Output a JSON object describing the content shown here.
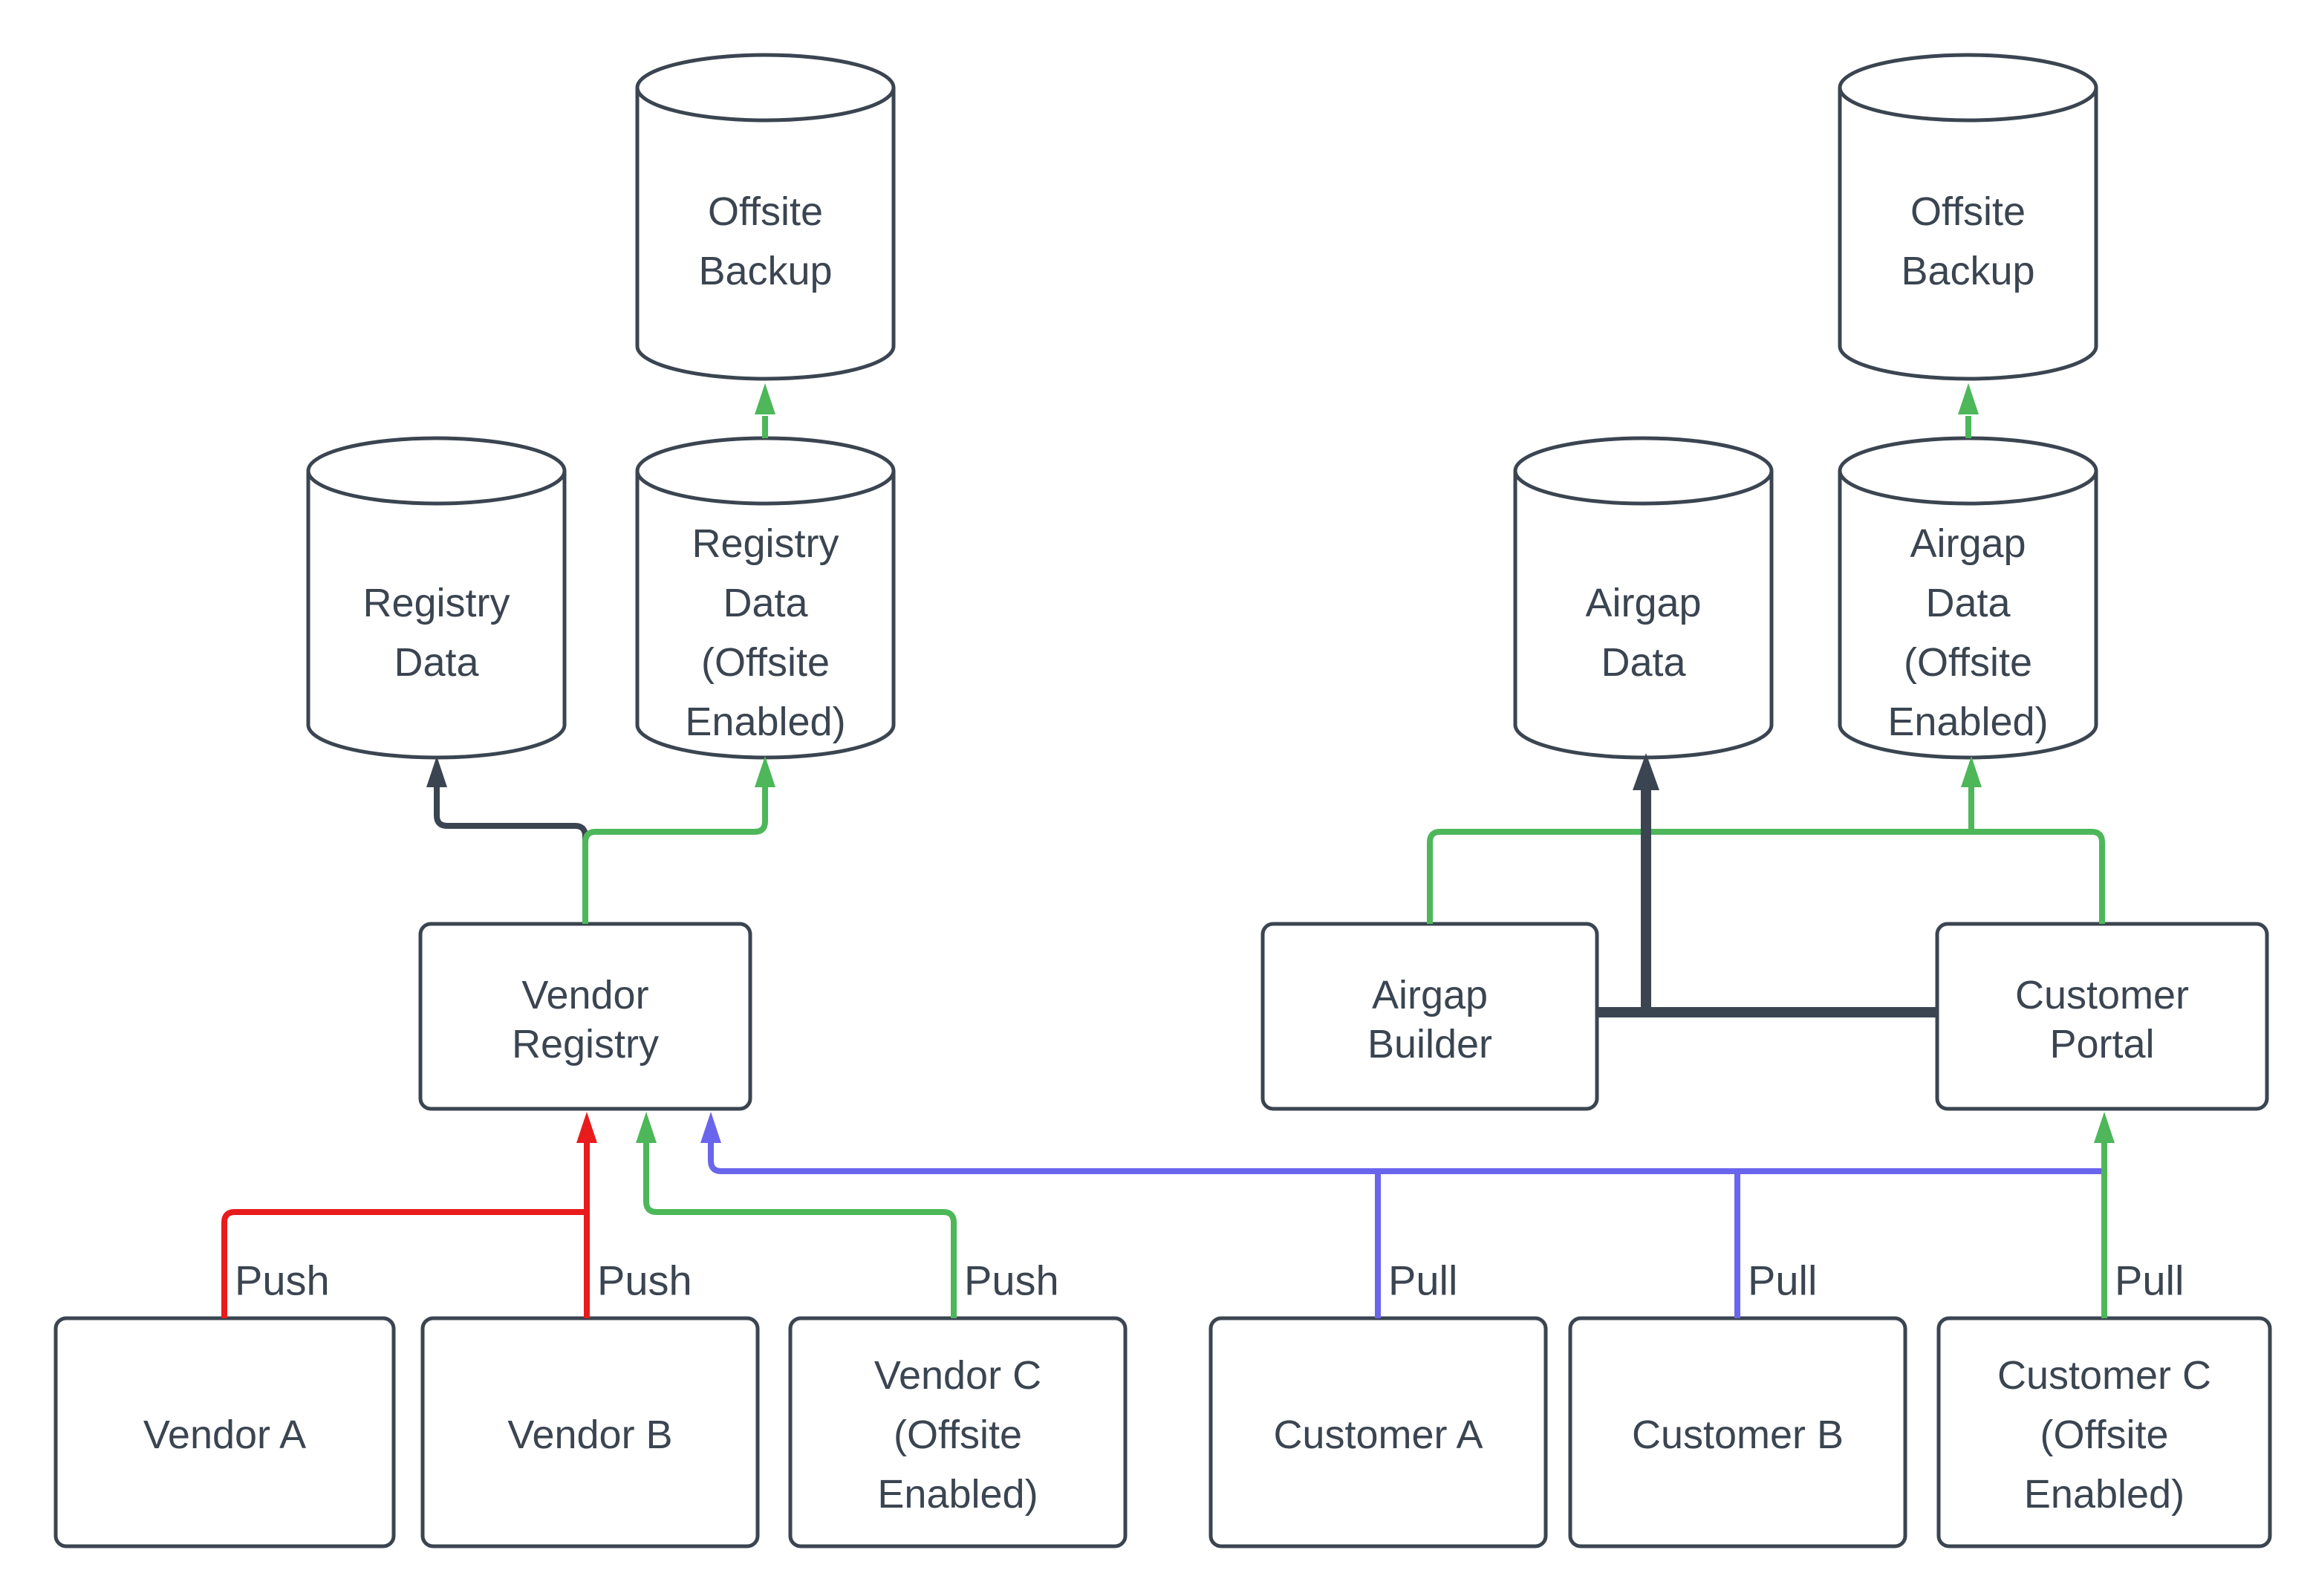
{
  "colors": {
    "outline": "#3b4551",
    "text": "#3b4551",
    "push_red": "#e81c1c",
    "offsite_green": "#4db75a",
    "pull_blue": "#6965ec",
    "canvas_background": "#ffffff"
  },
  "nodes": {
    "offsite_backup_left": {
      "shape": "cylinder",
      "lines": [
        "Offsite",
        "Backup"
      ]
    },
    "registry_data": {
      "shape": "cylinder",
      "lines": [
        "Registry",
        "Data"
      ]
    },
    "registry_data_offsite": {
      "shape": "cylinder",
      "lines": [
        "Registry",
        "Data",
        "(Offsite",
        "Enabled)"
      ]
    },
    "offsite_backup_right": {
      "shape": "cylinder",
      "lines": [
        "Offsite",
        "Backup"
      ]
    },
    "airgap_data": {
      "shape": "cylinder",
      "lines": [
        "Airgap",
        "Data"
      ]
    },
    "airgap_data_offsite": {
      "shape": "cylinder",
      "lines": [
        "Airgap",
        "Data",
        "(Offsite",
        "Enabled)"
      ]
    },
    "vendor_registry": {
      "shape": "box",
      "lines": [
        "Vendor",
        "Registry"
      ]
    },
    "airgap_builder": {
      "shape": "box",
      "lines": [
        "Airgap",
        "Builder"
      ]
    },
    "customer_portal": {
      "shape": "box",
      "lines": [
        "Customer",
        "Portal"
      ]
    },
    "vendor_a": {
      "shape": "box",
      "lines": [
        "Vendor A"
      ]
    },
    "vendor_b": {
      "shape": "box",
      "lines": [
        "Vendor B"
      ]
    },
    "vendor_c": {
      "shape": "box",
      "lines": [
        "Vendor C",
        "(Offsite",
        "Enabled)"
      ]
    },
    "customer_a": {
      "shape": "box",
      "lines": [
        "Customer A"
      ]
    },
    "customer_b": {
      "shape": "box",
      "lines": [
        "Customer B"
      ]
    },
    "customer_c": {
      "shape": "box",
      "lines": [
        "Customer C",
        "(Offsite",
        "Enabled)"
      ]
    }
  },
  "edge_labels": {
    "push": "Push",
    "pull": "Pull"
  },
  "edges": [
    {
      "from": "Vendor A",
      "to": "Vendor Registry",
      "label": "Push",
      "color": "#e81c1c"
    },
    {
      "from": "Vendor B",
      "to": "Vendor Registry",
      "label": "Push",
      "color": "#e81c1c"
    },
    {
      "from": "Vendor C (Offsite Enabled)",
      "to": "Vendor Registry",
      "label": "Push",
      "color": "#4db75a"
    },
    {
      "from": "Customer A",
      "to": "Vendor Registry",
      "label": "Pull",
      "color": "#6965ec"
    },
    {
      "from": "Customer B",
      "to": "Vendor Registry",
      "label": "Pull",
      "color": "#6965ec"
    },
    {
      "from": "Customer C (Offsite Enabled)",
      "to": "Customer Portal",
      "label": "Pull",
      "color": "#4db75a"
    },
    {
      "from": "Vendor Registry",
      "to": "Registry Data",
      "label": "",
      "color": "#3b4551"
    },
    {
      "from": "Vendor Registry",
      "to": "Registry Data (Offsite Enabled)",
      "label": "",
      "color": "#4db75a"
    },
    {
      "from": "Registry Data (Offsite Enabled)",
      "to": "Offsite Backup",
      "label": "",
      "color": "#4db75a"
    },
    {
      "from": "Customer Portal",
      "to": "Airgap Builder",
      "label": "",
      "color": "#3b4551"
    },
    {
      "from": "Airgap Builder",
      "to": "Airgap Data",
      "label": "",
      "color": "#3b4551"
    },
    {
      "from": "Airgap Builder",
      "to": "Airgap Data (Offsite Enabled)",
      "label": "",
      "color": "#4db75a"
    },
    {
      "from": "Customer Portal",
      "to": "Airgap Data (Offsite Enabled)",
      "label": "",
      "color": "#4db75a"
    },
    {
      "from": "Airgap Data (Offsite Enabled)",
      "to": "Offsite Backup",
      "label": "",
      "color": "#4db75a"
    }
  ]
}
